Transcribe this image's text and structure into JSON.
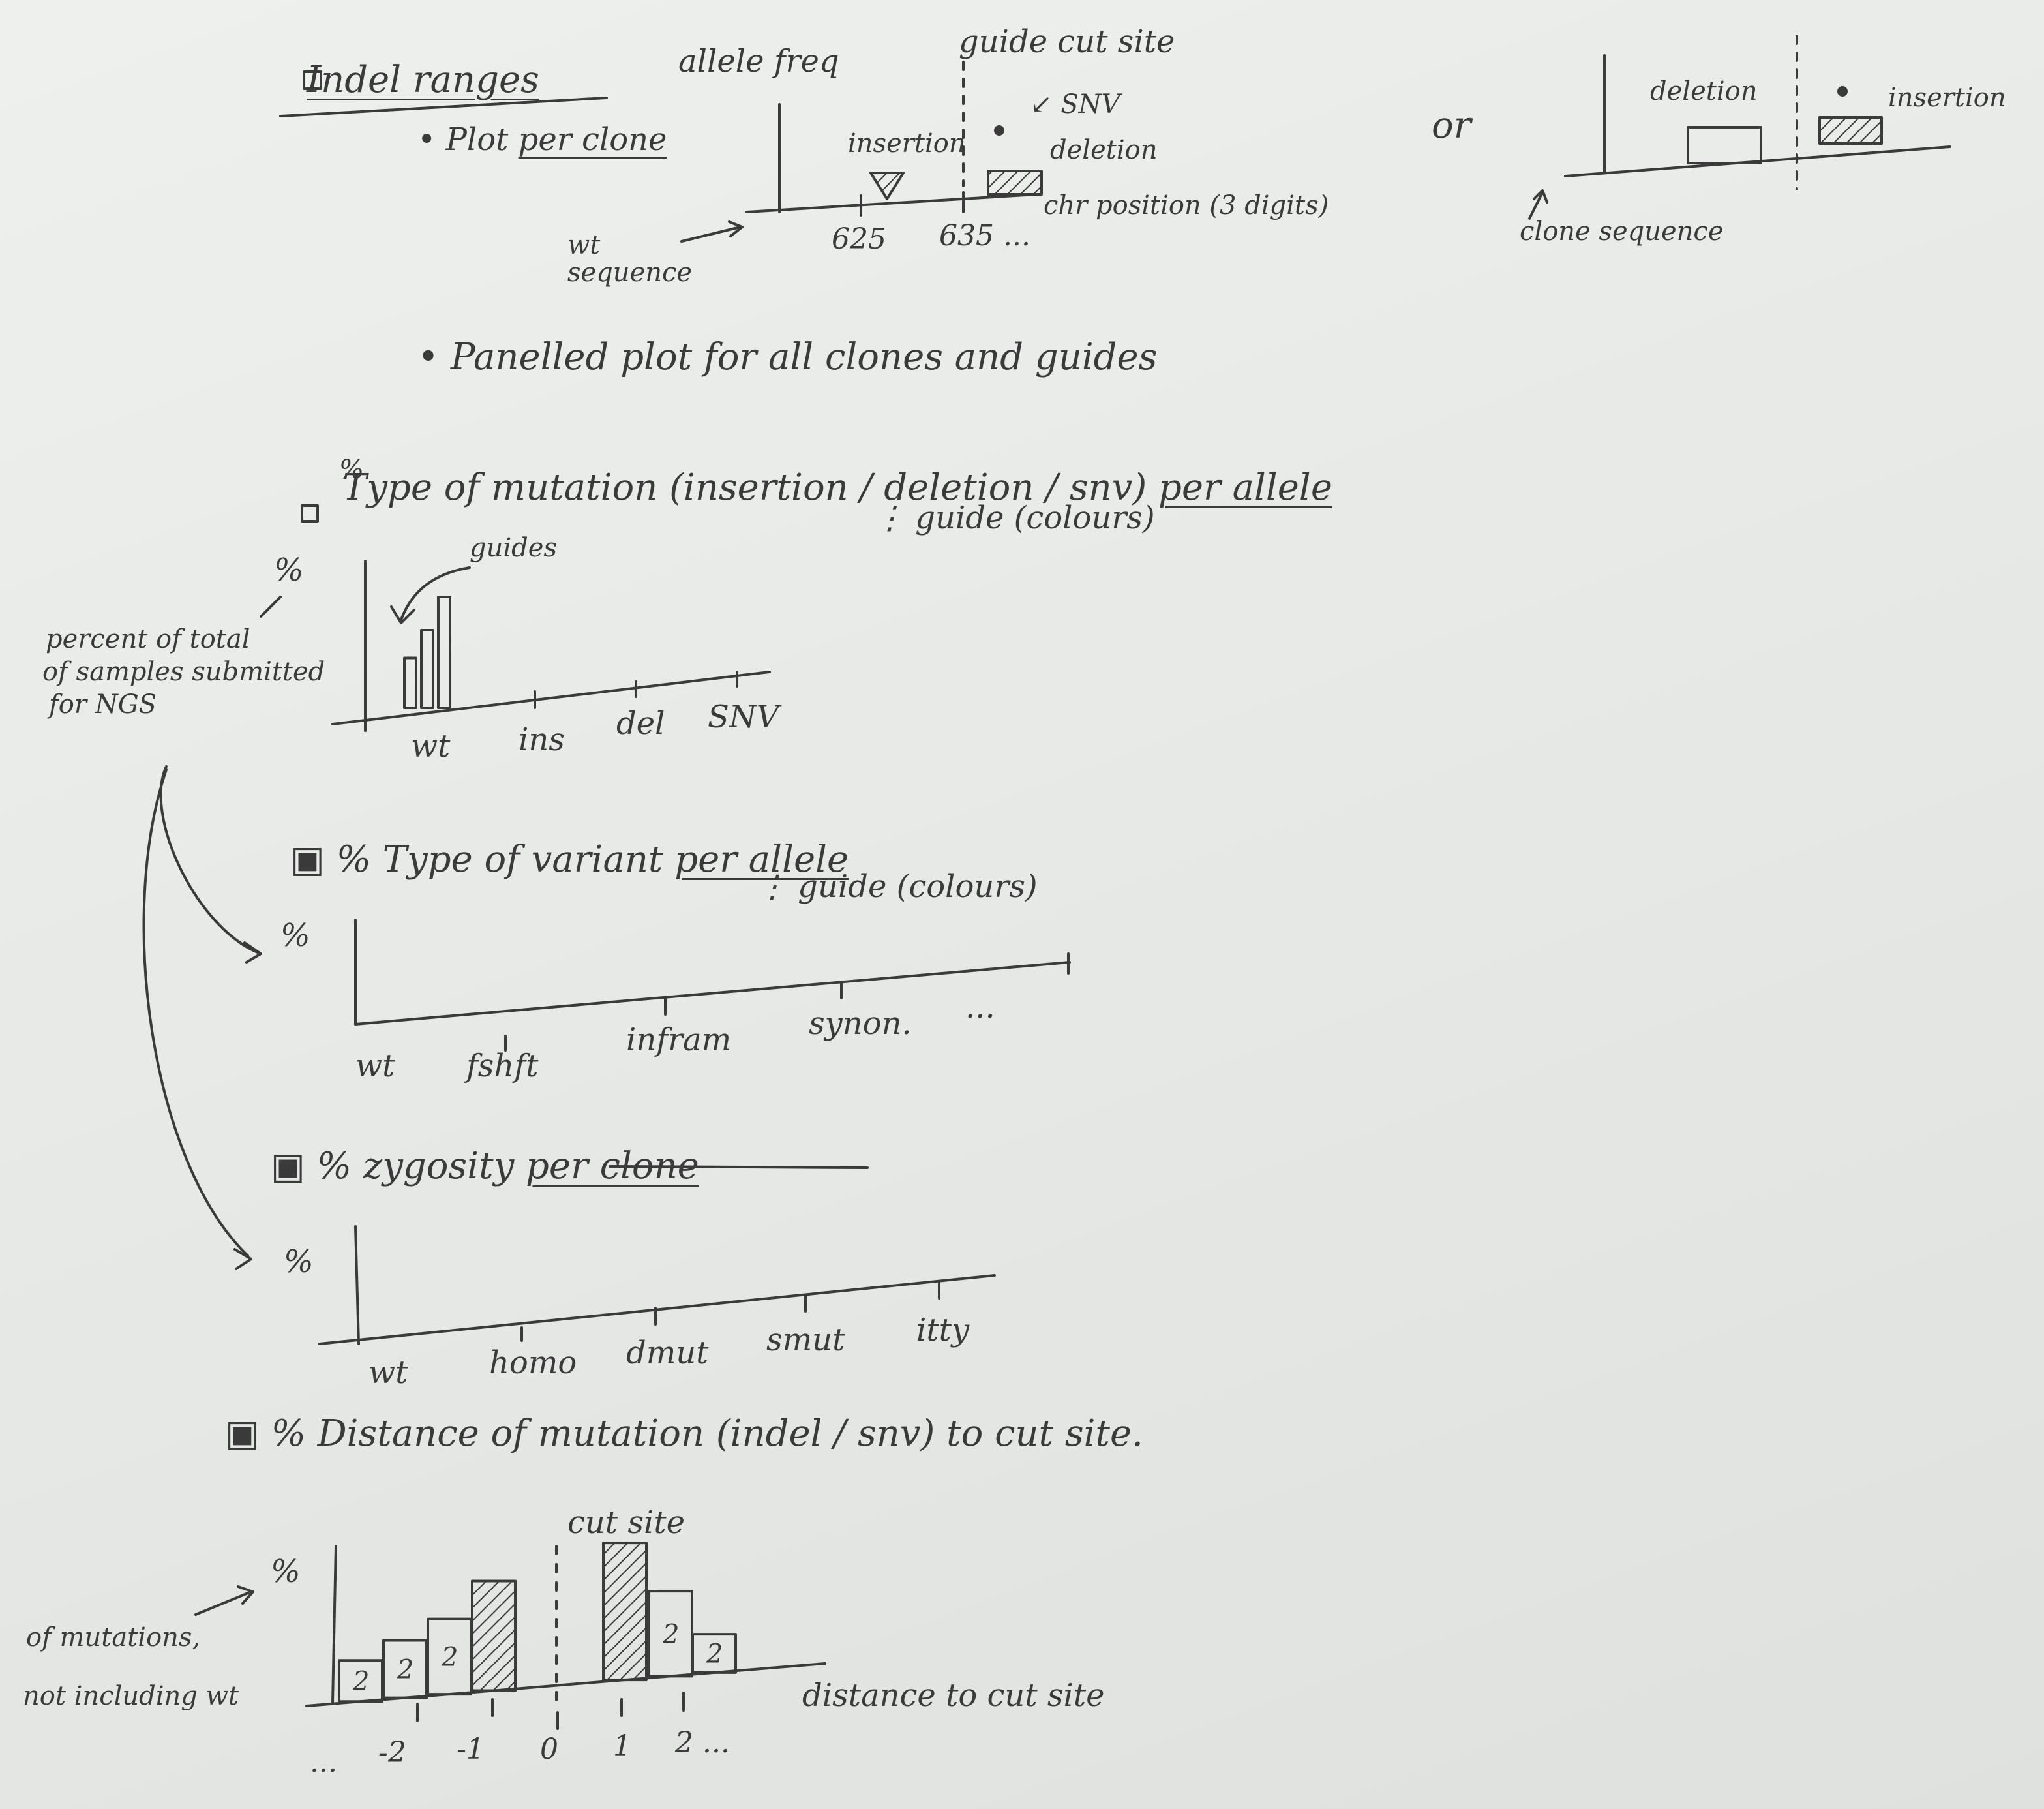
{
  "sections": {
    "indel": {
      "heading": "Indel ranges",
      "bullet1_prefix": "Plot ",
      "bullet1_ul": "per clone",
      "ylabel": "allele freq",
      "cut_label": "guide cut site",
      "snv_label": "SNV",
      "insertion_label": "insertion",
      "deletion_label": "deletion",
      "wt_label": "wt sequence",
      "tick1": "625",
      "tick2": "635 ...",
      "xlabel": "chr position (3 digits)",
      "or": "or",
      "alt_deletion": "deletion",
      "alt_insertion": "insertion",
      "clone_label": "clone sequence",
      "bullet2": "Panelled plot for all clones and guides"
    },
    "mutation": {
      "pct_note": "%",
      "title": "Type of mutation (insertion / deletion / snv)",
      "title_ul": "per allele",
      "guide_note": "guide (colours)",
      "ylabel": "%",
      "guides_label": "guides",
      "side_note1": "percent of total",
      "side_note2": "of samples submitted",
      "side_note3": "for NGS",
      "categories": [
        "wt",
        "ins",
        "del",
        "SNV"
      ]
    },
    "variant": {
      "title": "% Type of variant",
      "title_ul": "per allele",
      "guide_note": "guide (colours)",
      "ylabel": "%",
      "categories": [
        "wt",
        "fshft",
        "infram",
        "synon.",
        "..."
      ]
    },
    "zygosity": {
      "title": "% zygosity",
      "title_ul": "per clone",
      "ylabel": "%",
      "categories": [
        "wt",
        "homo",
        "dmut",
        "smut",
        "itty"
      ]
    },
    "distance": {
      "title": "% Distance of mutation (indel / snv) to cut site.",
      "ylabel": "%",
      "cut_label": "cut site",
      "side_note1": "of mutations,",
      "side_note2": "not including wt",
      "xlabel": "distance to cut site",
      "bar_marks": [
        "2",
        "2",
        "2",
        "2",
        "2"
      ],
      "ticks": [
        "...",
        "-2",
        "-1",
        "0",
        "1",
        "2 ..."
      ]
    }
  },
  "chart_data": [
    {
      "type": "bar",
      "title": "Type of mutation (insertion / deletion / snv) per allele",
      "ylabel": "%",
      "categories": [
        "wt",
        "ins",
        "del",
        "SNV"
      ],
      "series_note": "guides",
      "values_wt_guides": [
        0.45,
        0.7,
        1.0
      ]
    },
    {
      "type": "bar",
      "title": "% Type of variant per allele",
      "ylabel": "%",
      "categories": [
        "wt",
        "fshft",
        "infram",
        "synon.",
        "..."
      ]
    },
    {
      "type": "bar",
      "title": "% zygosity per clone",
      "ylabel": "%",
      "categories": [
        "wt",
        "homo",
        "dmut",
        "smut",
        "itty"
      ]
    },
    {
      "type": "bar",
      "title": "% Distance of mutation (indel / snv) to cut site.",
      "ylabel": "%",
      "xlabel": "distance to cut site",
      "x": [
        -4,
        -3,
        -2,
        -1,
        1,
        2,
        3
      ],
      "values": [
        0.3,
        0.42,
        0.55,
        0.8,
        1.0,
        0.62,
        0.28
      ]
    }
  ]
}
